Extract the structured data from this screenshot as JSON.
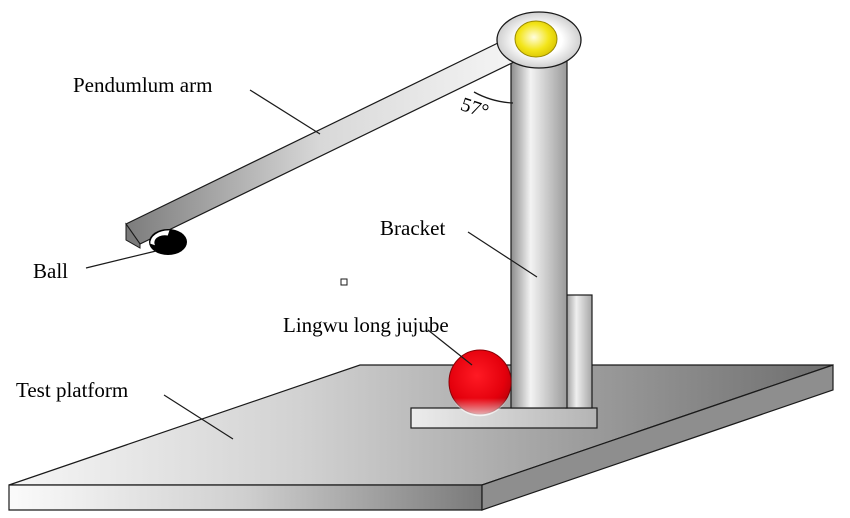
{
  "labels": {
    "pendulum_arm": "Pendumlum arm",
    "angle": "57°",
    "bracket": "Bracket",
    "ball": "Ball",
    "jujube": "Lingwu long jujube",
    "platform": "Test platform"
  },
  "colors": {
    "metal_light": "#f4f4f4",
    "metal_dark": "#8a8a8a",
    "ball": "#000000",
    "jujube": "#e8000e",
    "pivot": "#f1e000",
    "outline": "#1a1a1a"
  }
}
